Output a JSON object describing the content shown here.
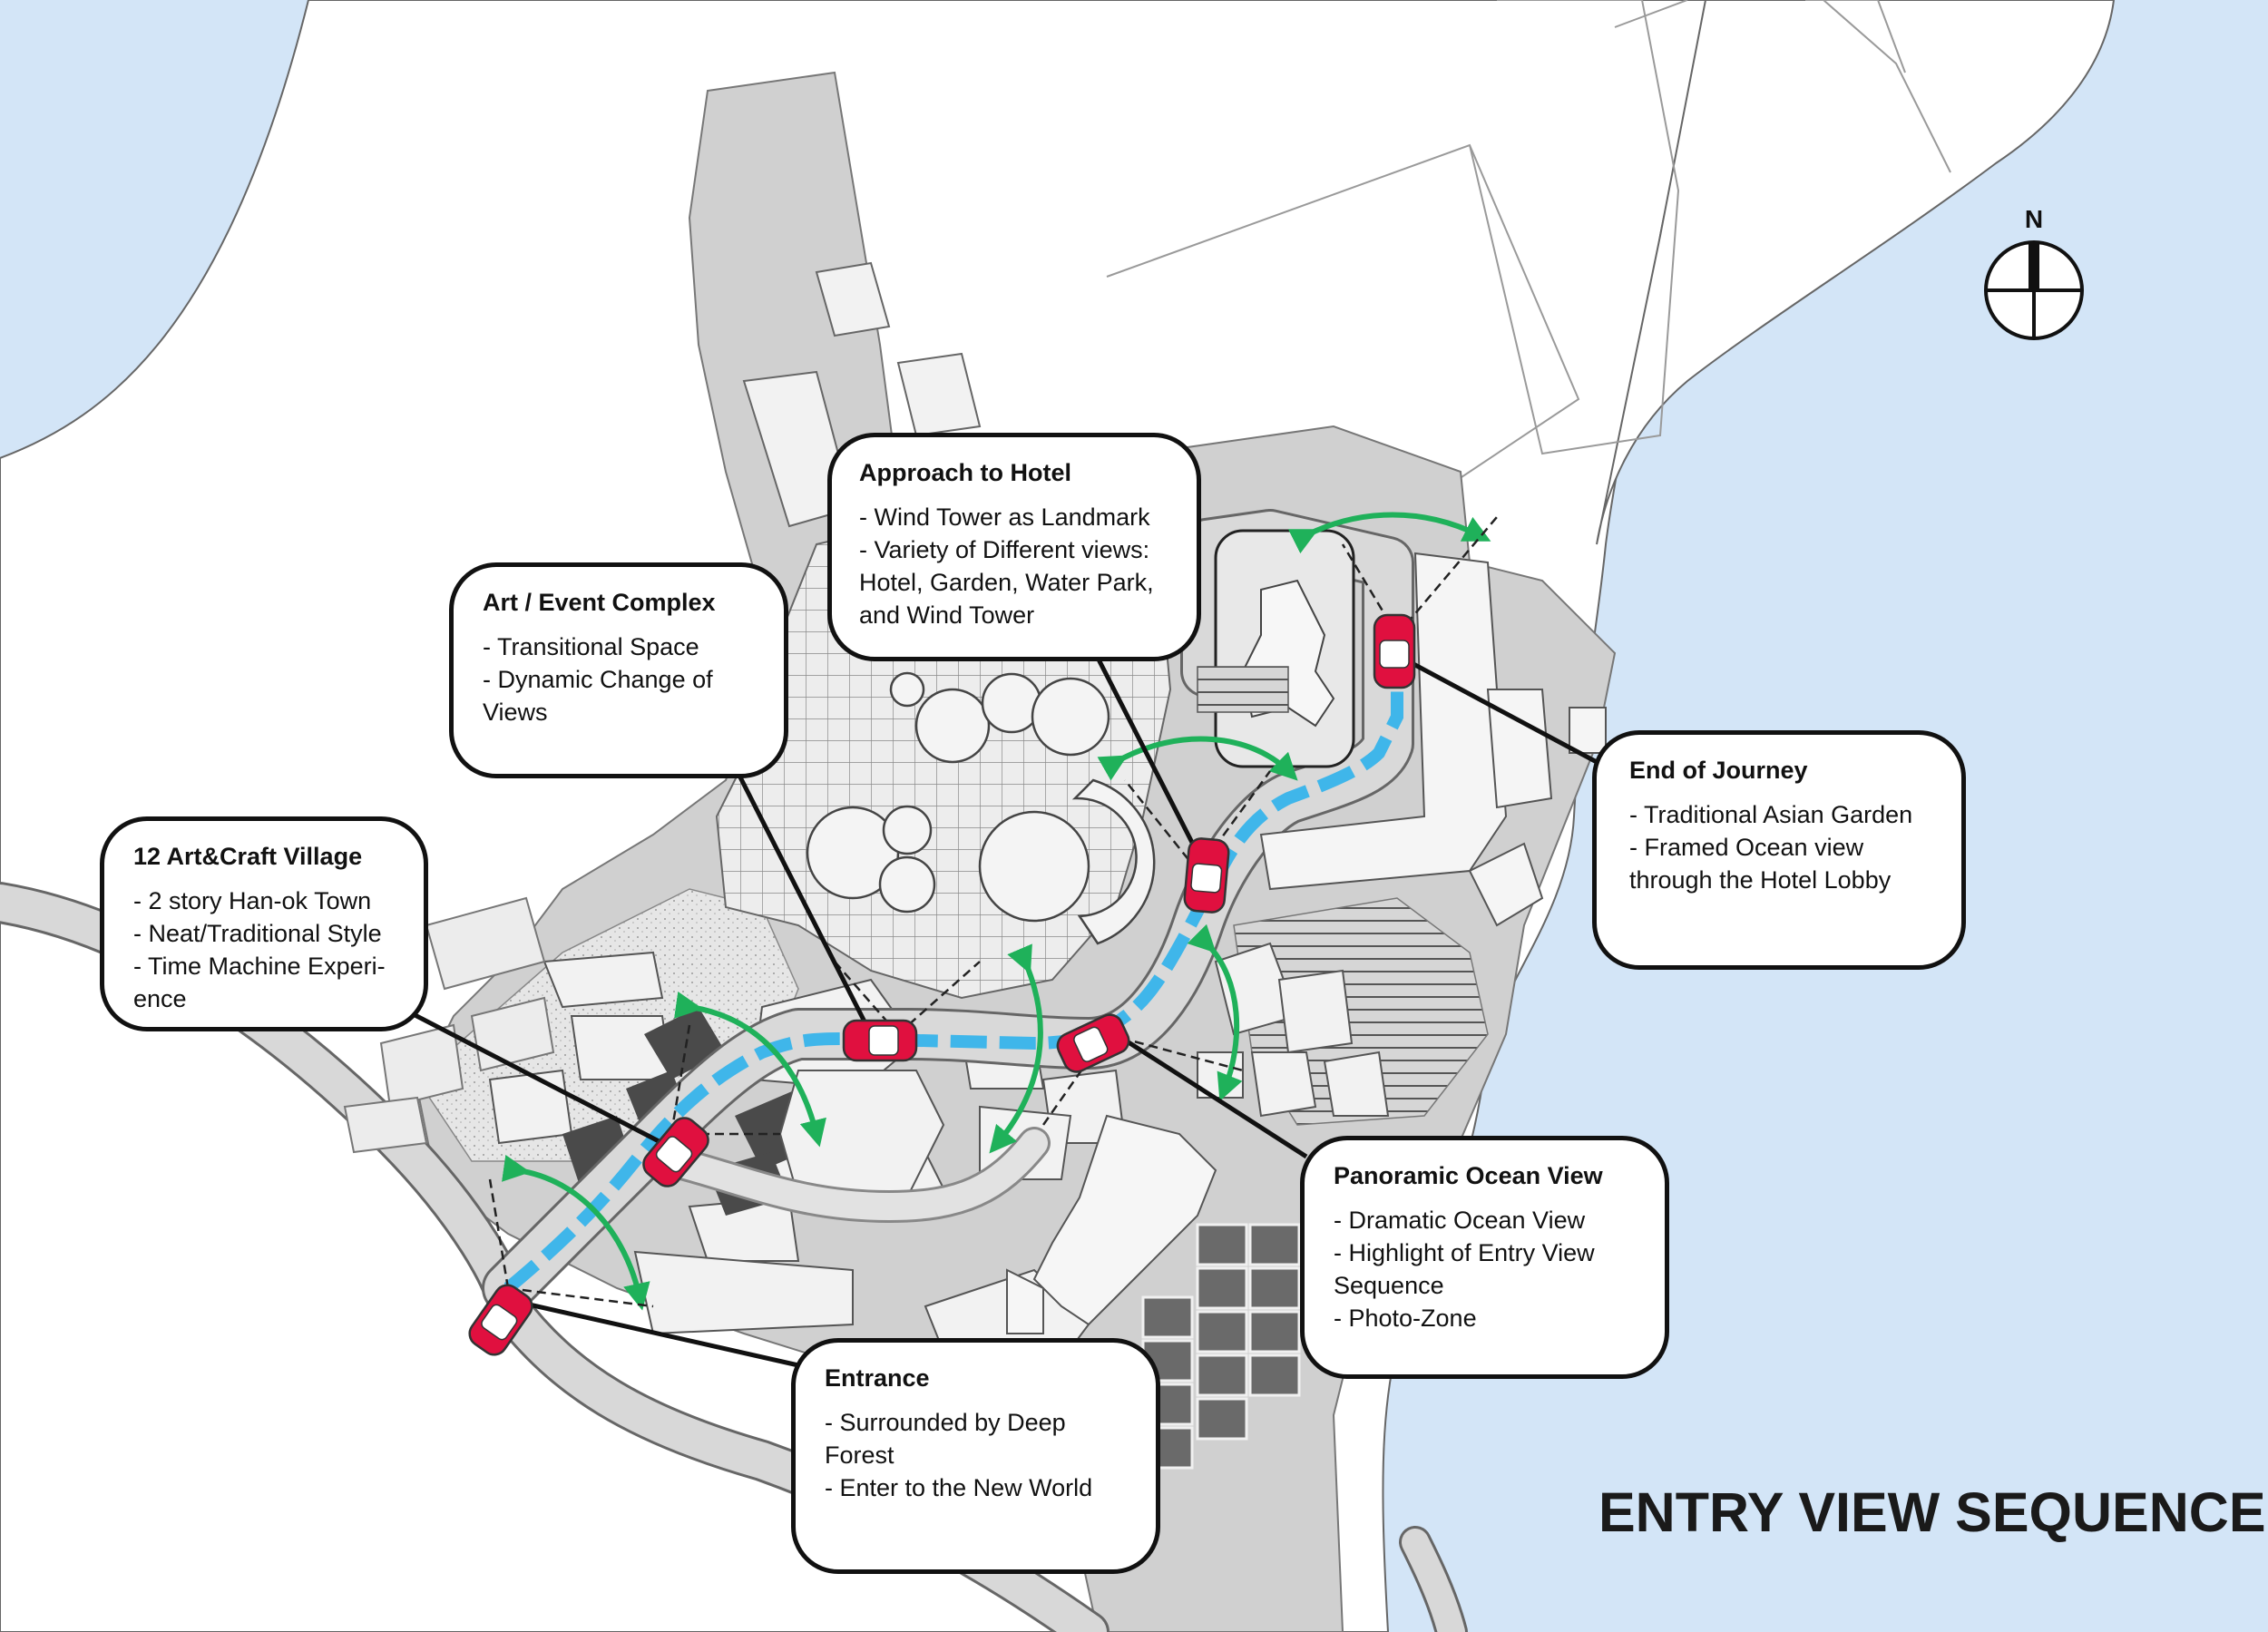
{
  "title": "ENTRY VIEW SEQUENCE",
  "north_label": "N",
  "colors": {
    "ocean": "#d3e5f7",
    "land": "#ffffff",
    "site": "#d0d0d0",
    "plaza": "#ebebeb",
    "road": "#d8d8d8",
    "path": "#3fb6ea",
    "view_arc": "#1fb15a",
    "car": "#e0103f"
  },
  "callouts": [
    {
      "title": "Approach to Hotel",
      "lines": [
        "- Wind Tower as Landmark",
        "- Variety of Different views:",
        "Hotel, Garden, Water Park,",
        "and Wind Tower"
      ]
    },
    {
      "title": "Art / Event Complex",
      "lines": [
        "- Transitional Space",
        "- Dynamic Change of",
        "Views"
      ]
    },
    {
      "title": "12 Art&Craft Village",
      "lines": [
        "- 2 story Han-ok Town",
        "- Neat/Traditional Style",
        "- Time Machine Experi-",
        "ence"
      ]
    },
    {
      "title": "End of Journey",
      "lines": [
        "- Traditional Asian Garden",
        "- Framed Ocean view",
        "through the Hotel Lobby"
      ]
    },
    {
      "title": "Panoramic Ocean View",
      "lines": [
        "- Dramatic Ocean View",
        "- Highlight of Entry View",
        "Sequence",
        "- Photo-Zone"
      ]
    },
    {
      "title": "Entrance",
      "lines": [
        "- Surrounded by Deep",
        "Forest",
        "- Enter to the New World"
      ]
    }
  ]
}
